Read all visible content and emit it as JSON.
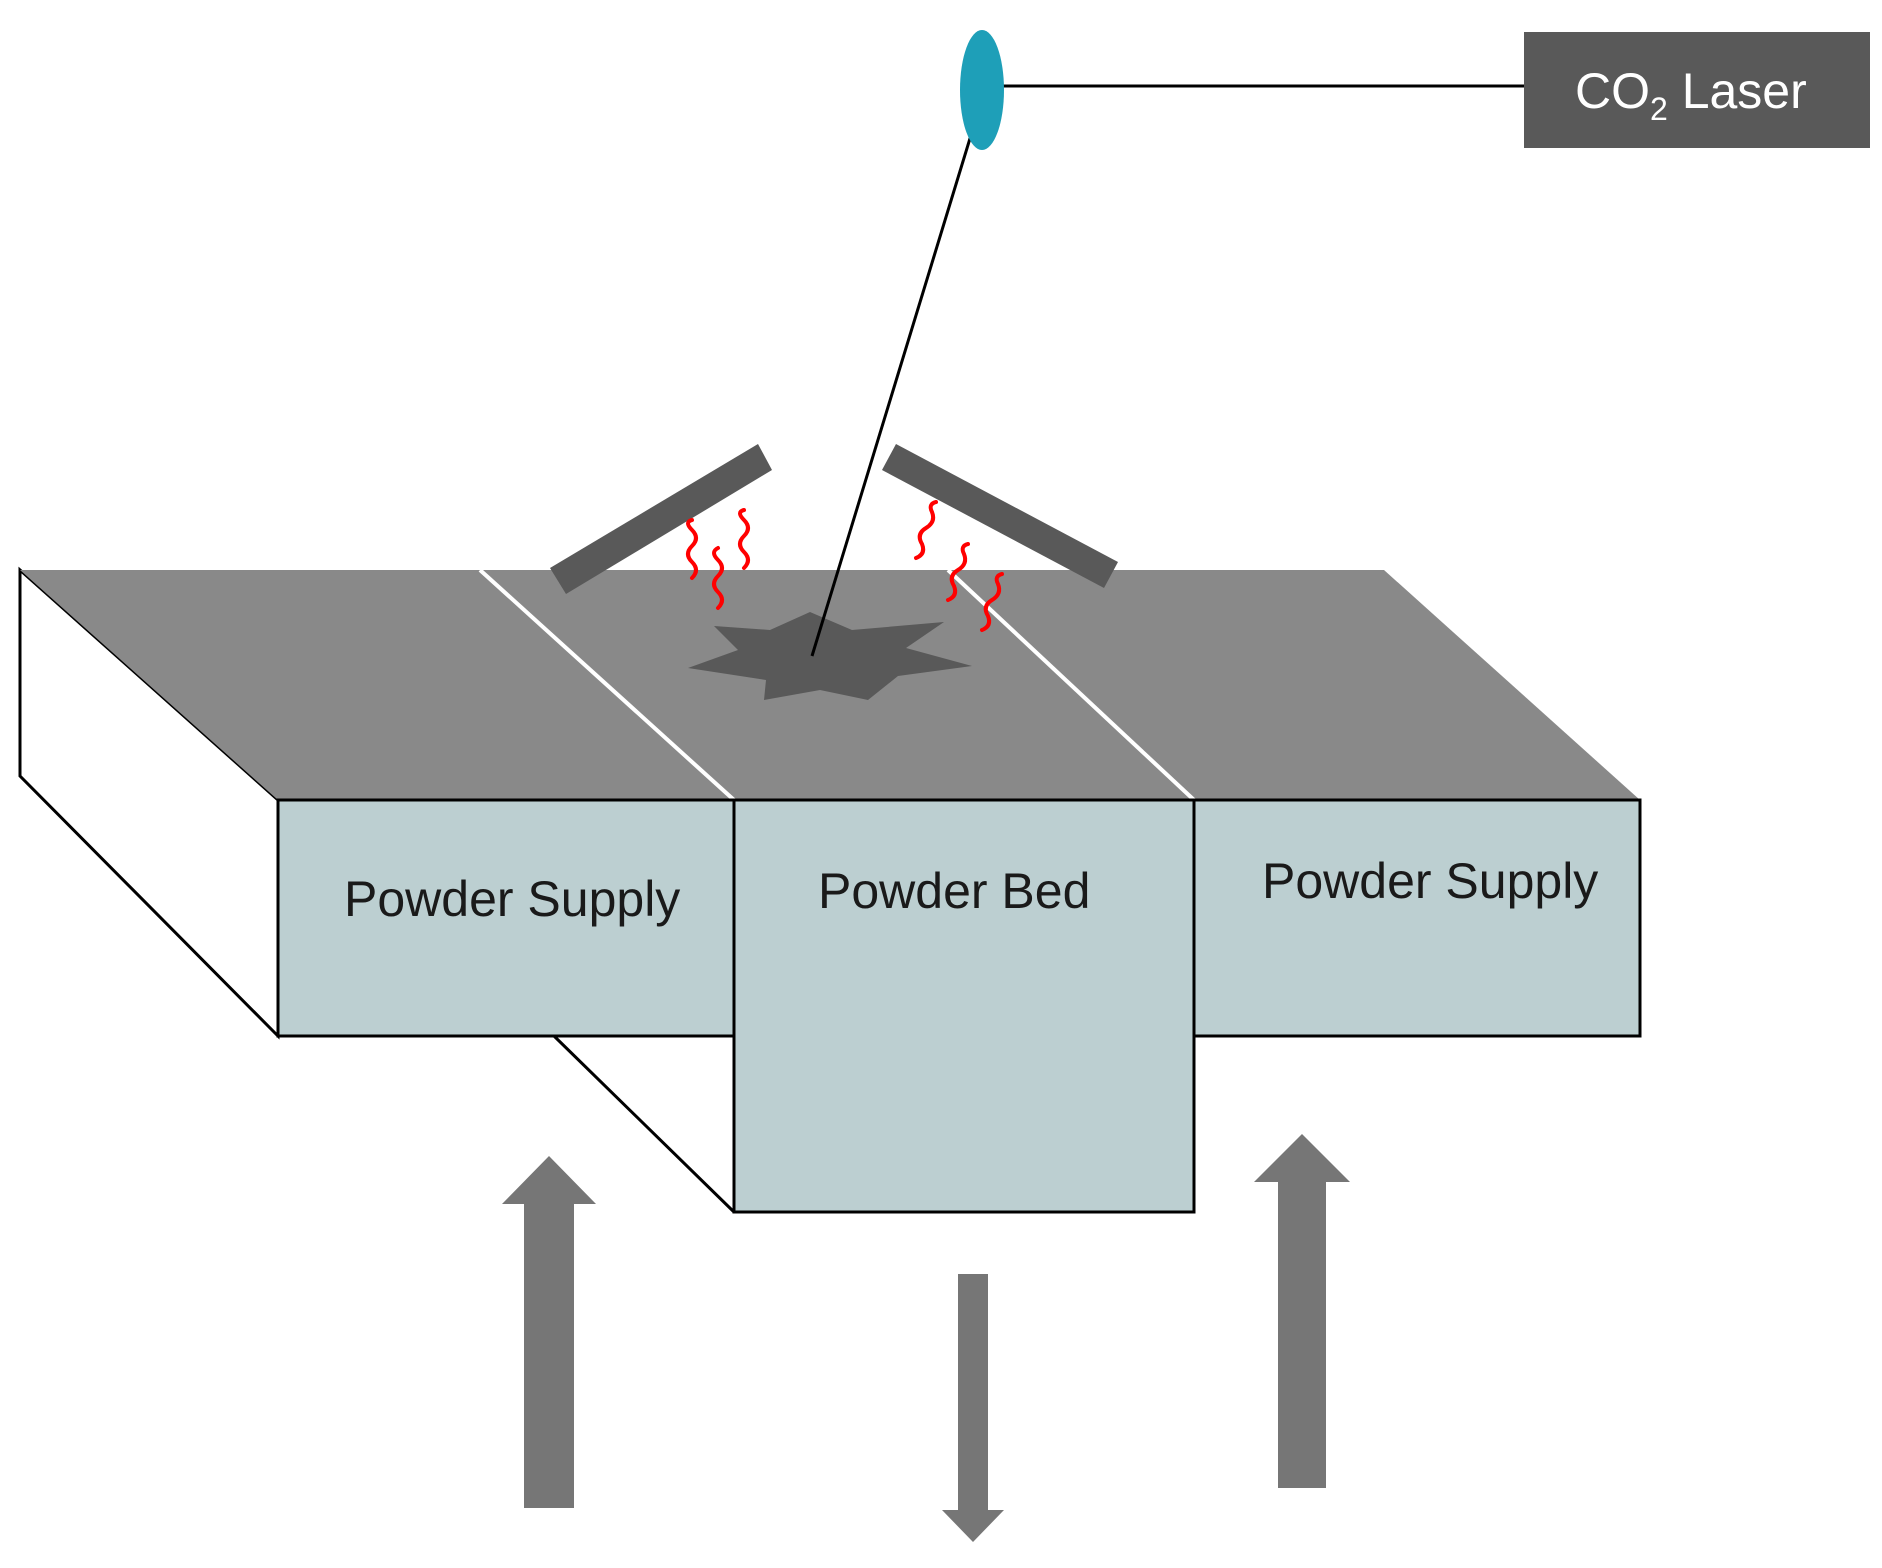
{
  "laser": {
    "label_prefix": "CO",
    "label_subscript": "2",
    "label_suffix": " Laser"
  },
  "labels": {
    "left_supply": "Powder Supply",
    "bed": "Powder Bed",
    "right_supply": "Powder Supply"
  },
  "colors": {
    "top_surface": "#898989",
    "front_face": "#bccfd1",
    "laser_box": "#595959",
    "lens": "#1e9fb8",
    "recoater": "#595959",
    "melt_pool": "#595959",
    "heat_waves": "#ff0000",
    "arrows": "#767676"
  },
  "arrows": {
    "left_supply_direction": "up",
    "bed_direction": "down",
    "right_supply_direction": "up"
  }
}
